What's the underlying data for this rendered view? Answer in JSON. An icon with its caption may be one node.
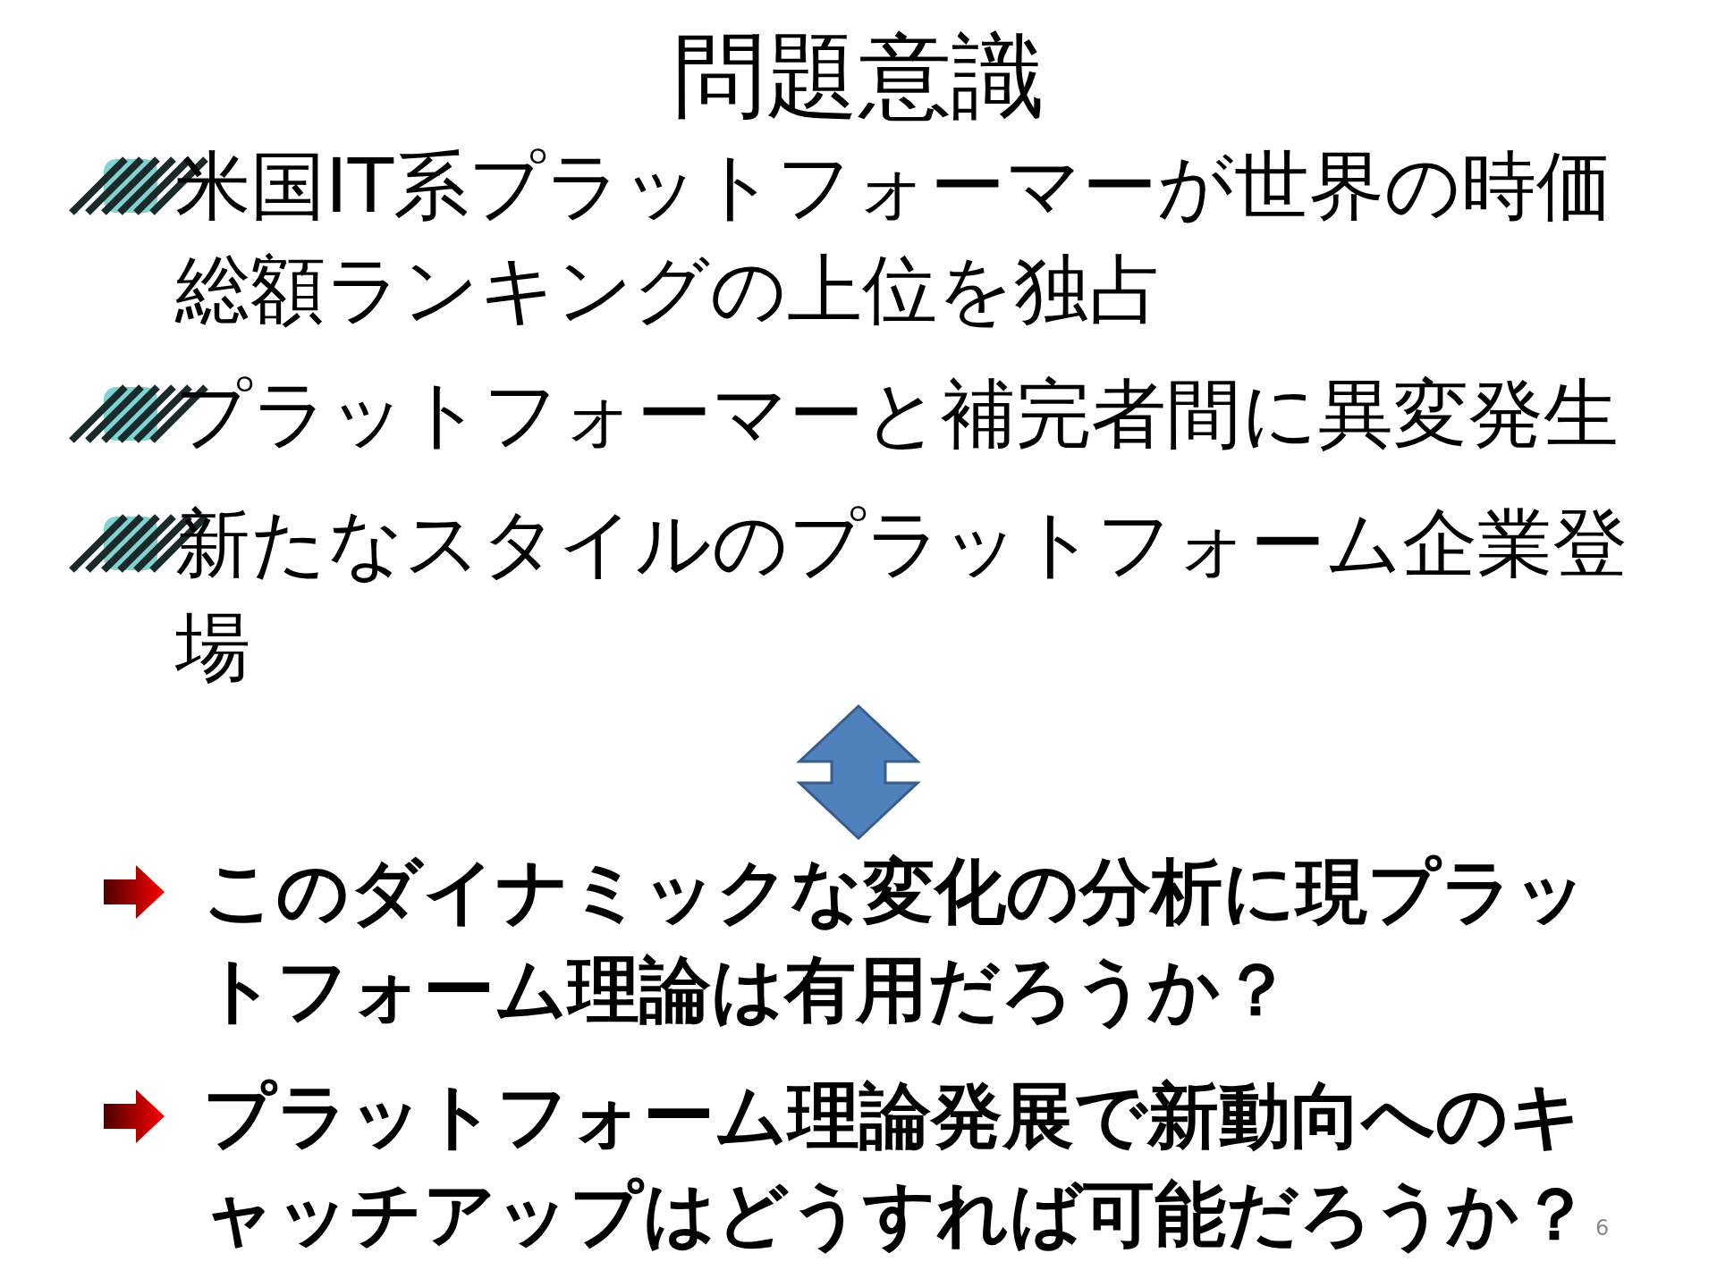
{
  "diagram": {
    "title": "問題意識",
    "nodes": [
      {
        "text": [
          "米国IT系プラットフォーマーが世界の時価総額ランキングの上位を独占",
          "プラットフォーマーと補完者間に異変発生",
          "新たなスタイルのプラットフォーム企業登場"
        ]
      },
      {
        "text": [
          "このダイナミックな変化の分析に現プラットフォーム理論は有用だろうか？",
          "プラットフォーム理論発展で新動向へのキャッチアップはどうすれば可能だろうか？"
        ]
      }
    ],
    "edges": [
      {
        "from": 0,
        "to": 1,
        "arrow": "both"
      }
    ],
    "labels": [
      "6"
    ]
  }
}
